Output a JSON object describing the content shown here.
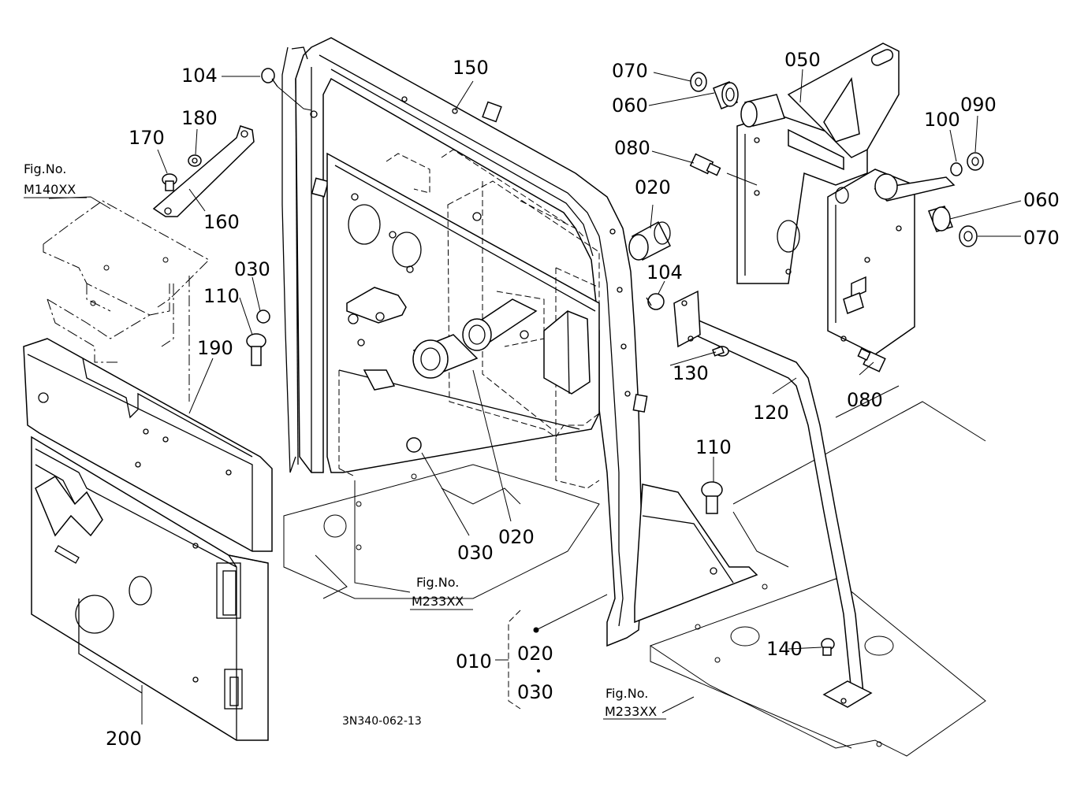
{
  "callouts": {
    "c104a": "104",
    "c150": "150",
    "c070a": "070",
    "c050": "050",
    "c060a": "060",
    "c080a": "080",
    "c020a": "020",
    "c100": "100",
    "c090": "090",
    "c060b": "060",
    "c070b": "070",
    "c180": "180",
    "c170": "170",
    "c160": "160",
    "c030a": "030",
    "c104b": "104",
    "c110a": "110",
    "c190": "190",
    "c130": "130",
    "c080b": "080",
    "c120": "120",
    "c110b": "110",
    "c030b": "030",
    "c020b": "020",
    "c010": "010",
    "c020c": "020",
    "c030c": "030",
    "c140": "140",
    "c200": "200"
  },
  "figrefs": {
    "m140": {
      "label": "Fig.No.",
      "code": "M140XX"
    },
    "m233a": {
      "label": "Fig.No.",
      "code": "M233XX"
    },
    "m233b": {
      "label": "Fig.No.",
      "code": "M233XX"
    }
  },
  "drawing_number": "3N340-062-13"
}
